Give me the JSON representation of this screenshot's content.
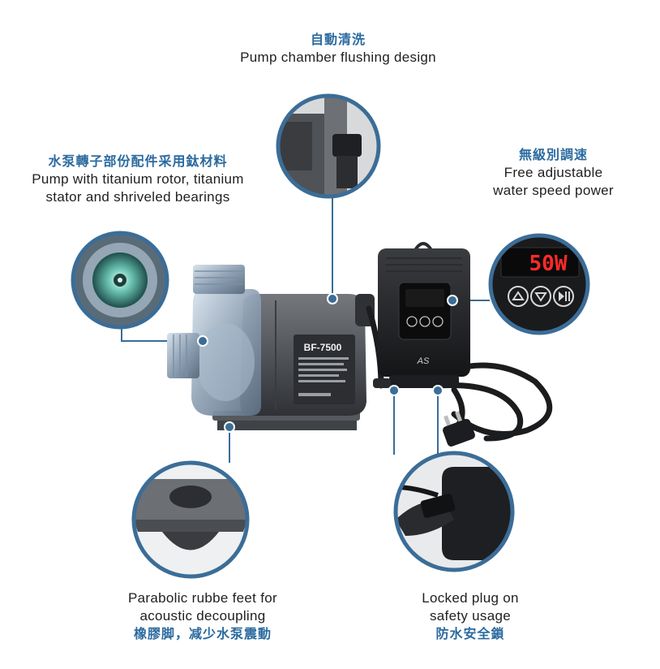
{
  "callouts": {
    "top": {
      "zh": "自動清洗",
      "en": "Pump chamber flushing design"
    },
    "left": {
      "zh": "水泵轉子部份配件采用鈦材料",
      "en_line1": "Pump with titanium rotor, titanium",
      "en_line2": "stator and shriveled bearings"
    },
    "right": {
      "zh": "無級別調速",
      "en_line1": "Free adjustable",
      "en_line2": "water speed power"
    },
    "bottom_left": {
      "en_line1": "Parabolic rubbe feet for",
      "en_line2": "acoustic decoupling",
      "zh": "橡膠脚，减少水泵震動"
    },
    "bottom_right": {
      "en_line1": "Locked plug on",
      "en_line2": "safety usage",
      "zh": "防水安全鎖"
    }
  },
  "product": {
    "model": "BF-7500",
    "display_reading": "50W",
    "controller_brand": "AS"
  },
  "colors": {
    "accent_blue": "#2b6a9f",
    "callout_ring": "#3b6d97",
    "display_red": "#ff2a2a",
    "pump_gray": "#55585c"
  },
  "icons": [
    "up-arrow-icon",
    "down-arrow-icon",
    "play-pause-icon"
  ]
}
